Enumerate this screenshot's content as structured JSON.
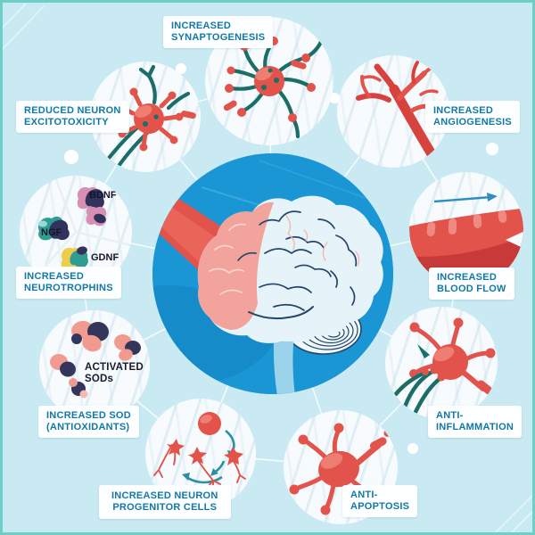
{
  "labels": {
    "synaptogenesis": {
      "lines": [
        "INCREASED",
        "SYNAPTOGENESIS"
      ]
    },
    "excitotoxicity": {
      "lines": [
        "REDUCED NEURON",
        "EXCITOTOXICITY"
      ]
    },
    "angiogenesis": {
      "lines": [
        "INCREASED",
        "ANGIOGENESIS"
      ]
    },
    "neurotrophins": {
      "lines": [
        "INCREASED",
        "NEUROTROPHINS"
      ]
    },
    "blood_flow": {
      "lines": [
        "INCREASED",
        "BLOOD FLOW"
      ]
    },
    "sod": {
      "lines": [
        "INCREASED SOD",
        "(ANTIOXIDANTS)"
      ]
    },
    "anti_inflammation": {
      "lines": [
        "ANTI-",
        "INFLAMMATION"
      ]
    },
    "anti_apoptosis": {
      "lines": [
        "ANTI-",
        "APOPTOSIS"
      ]
    },
    "progenitor": {
      "lines": [
        "INCREASED NEURON",
        "PROGENITOR CELLS"
      ]
    },
    "activated_sods": {
      "lines": [
        "ACTIVATED",
        "SODs"
      ]
    },
    "molecules": {
      "bdnf": "BDNF",
      "ngf": "NGF",
      "gdnf": "GDNF"
    }
  },
  "illustrations": {
    "center": "brain-with-healing-beam-icon",
    "synaptogenesis": "neuron-many-synapses-icon",
    "excitotoxicity": "neuron-cell-spikes-icon",
    "angiogenesis": "branching-blood-vessels-icon",
    "neurotrophins": "neurotrophin-molecules-icon",
    "blood_flow": "blood-vessel-flow-arrow-icon",
    "sod": "sod-enzyme-clusters-icon",
    "anti_inflammation": "cell-with-attacking-spikes-icon",
    "anti_apoptosis": "cell-with-tentacles-icon",
    "progenitor": "stem-cell-differentiation-cycle-icon"
  },
  "colors": {
    "background": "#c9eaf2",
    "frame_border": "#6ecfc9",
    "center_circle_blue": "#1b96d5",
    "label_text_teal": "#1279a4",
    "cell_red": "#e2534c",
    "cell_red_light": "#ee7e72",
    "dendrite_teal": "#1a6e67",
    "brain_outline_navy": "#24466b",
    "brain_fill": "#e6f3f8",
    "damaged_region_pink": "#f2a49c",
    "brainstem_blue": "#9bd3ea",
    "flow_arrow_blue": "#2e8fc0",
    "vessel_red": "#d7423f",
    "molecule_pink": "#d88fb4",
    "molecule_navy": "#32335c",
    "molecule_teal": "#2f9d94",
    "molecule_yellow": "#eecd4d",
    "sod_salmon": "#f19a90",
    "sod_navy": "#34355a"
  }
}
